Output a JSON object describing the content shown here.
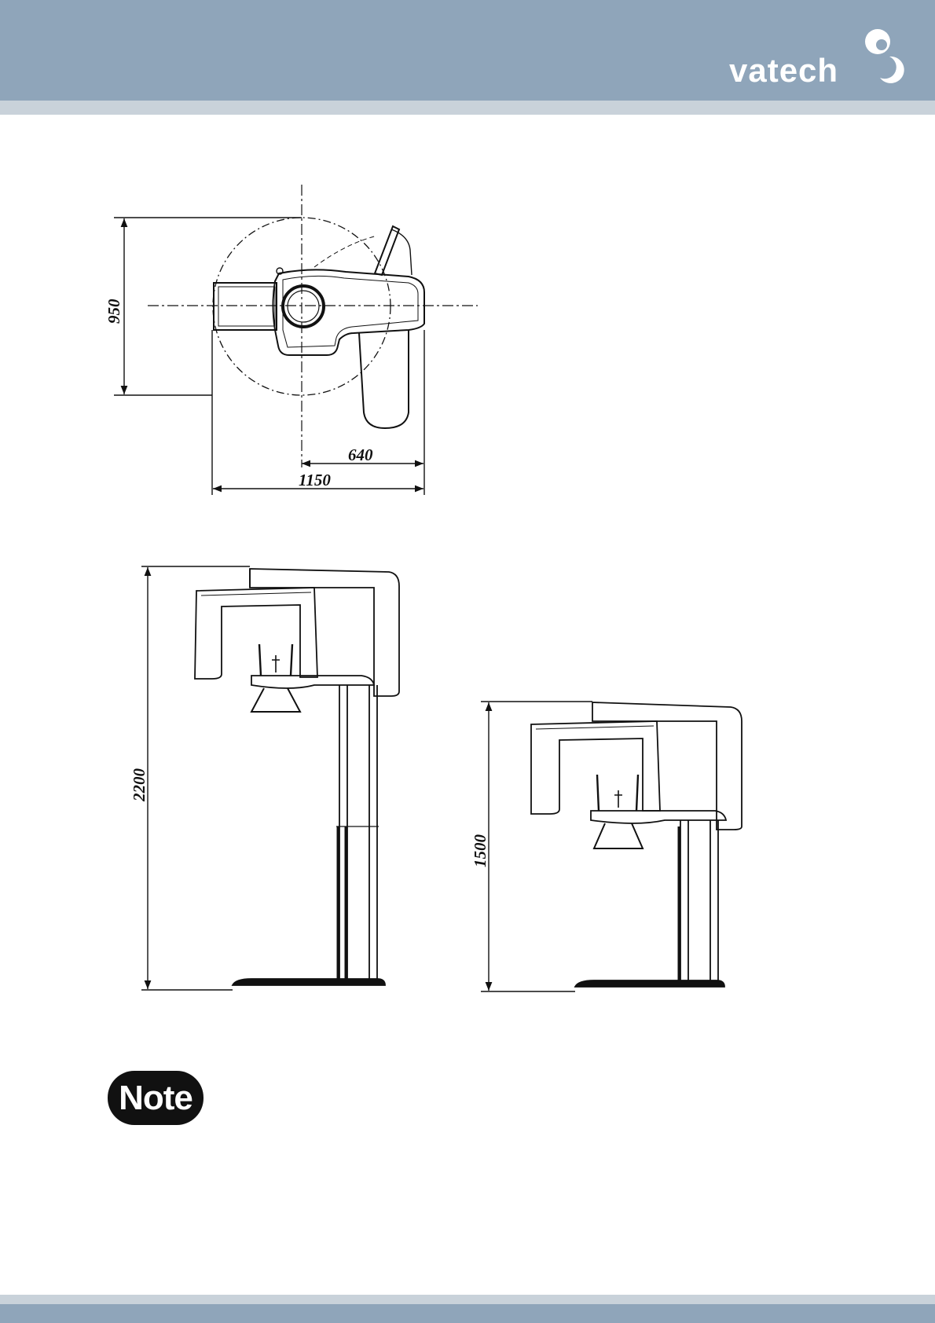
{
  "header": {
    "brand": "vatech",
    "colors": {
      "band": "#8fa5ba",
      "strip": "#c9d2da"
    }
  },
  "top_view": {
    "dim_depth": "950",
    "dim_half_width": "640",
    "dim_width": "1150"
  },
  "side_view_extended": {
    "dim_height": "2200"
  },
  "side_view_retracted": {
    "dim_height": "1500"
  },
  "note": {
    "label": "Note"
  }
}
